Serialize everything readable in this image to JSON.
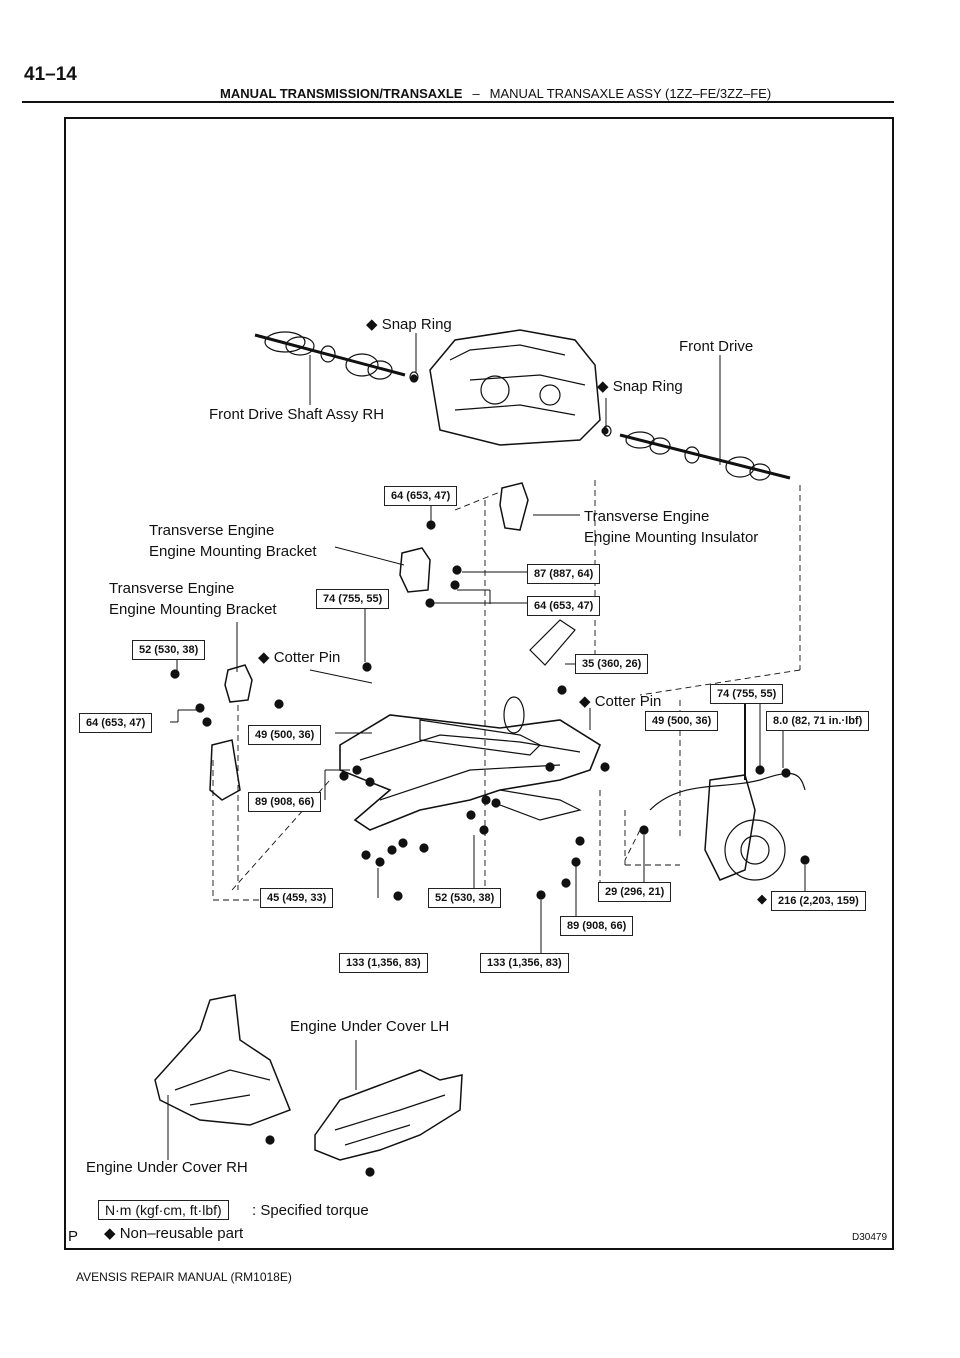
{
  "page": {
    "number": "41–14",
    "section": "MANUAL TRANSMISSION/TRANSAXLE",
    "separator": "–",
    "subsection": "MANUAL TRANSAXLE ASSY (1ZZ–FE/3ZZ–FE)",
    "footer": "AVENSIS REPAIR MANUAL   (RM1018E)",
    "figure_code": "D30479",
    "corner_mark": "P"
  },
  "labels": {
    "snap_ring_1": "◆ Snap Ring",
    "front_drive": "Front Drive",
    "snap_ring_2": "◆ Snap Ring",
    "shaft_rh": "Front Drive Shaft Assy RH",
    "insulator_line1": "Transverse Engine",
    "insulator_line2": "Engine Mounting Insulator",
    "bracket1_line1": "Transverse Engine",
    "bracket1_line2": "Engine Mounting Bracket",
    "bracket2_line1": "Transverse Engine",
    "bracket2_line2": "Engine Mounting Bracket",
    "cotter_pin_1": "◆ Cotter Pin",
    "cotter_pin_2": "◆ Cotter Pin",
    "under_cover_lh": "Engine Under Cover LH",
    "under_cover_rh": "Engine Under Cover RH"
  },
  "torques": {
    "t1": "64 (653, 47)",
    "t2": "87 (887, 64)",
    "t3": "74 (755, 55)",
    "t4": "64 (653, 47)",
    "t5": "52 (530, 38)",
    "t6": "35 (360, 26)",
    "t7": "74 (755, 55)",
    "t8": "64 (653, 47)",
    "t9": "49 (500, 36)",
    "t10": "49 (500, 36)",
    "t11": "8.0 (82, 71 in.·lbf)",
    "t12": "89 (908, 66)",
    "t13": "45 (459, 33)",
    "t14": "52 (530, 38)",
    "t15": "29 (296, 21)",
    "t16": "216 (2,203, 159)",
    "t17": "89 (908, 66)",
    "t18": "133 (1,356, 83)",
    "t19": "133 (1,356, 83)",
    "t16_mark": "◆"
  },
  "legend": {
    "unit_box": "N·m (kgf·cm, ft·lbf)",
    "specified": ": Specified torque",
    "non_reusable": "◆ Non–reusable part"
  }
}
